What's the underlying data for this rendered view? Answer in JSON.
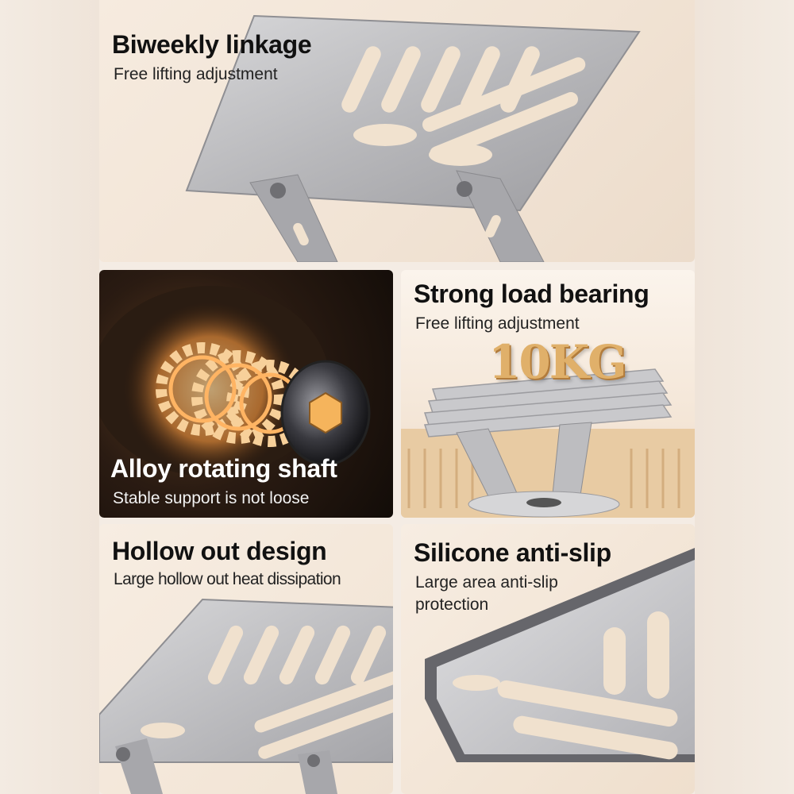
{
  "panels": {
    "top": {
      "title": "Biweekly linkage",
      "subtitle": "Free lifting adjustment"
    },
    "shaft": {
      "title": "Alloy rotating shaft",
      "subtitle": "Stable support is not loose"
    },
    "load": {
      "title": "Strong load bearing",
      "subtitle": "Free lifting adjustment",
      "badge": "10KG"
    },
    "hollow": {
      "title": "Hollow out design",
      "subtitle": "Large hollow out heat dissipation"
    },
    "slip": {
      "title": "Silicone anti-slip",
      "subtitle_line1": "Large area anti-slip",
      "subtitle_line2": "protection"
    }
  },
  "colors": {
    "accent_gold": "#e0b06a",
    "metal": "#b9b9bb",
    "metal_dark": "#8e8e92",
    "background": "#f4ece4"
  }
}
